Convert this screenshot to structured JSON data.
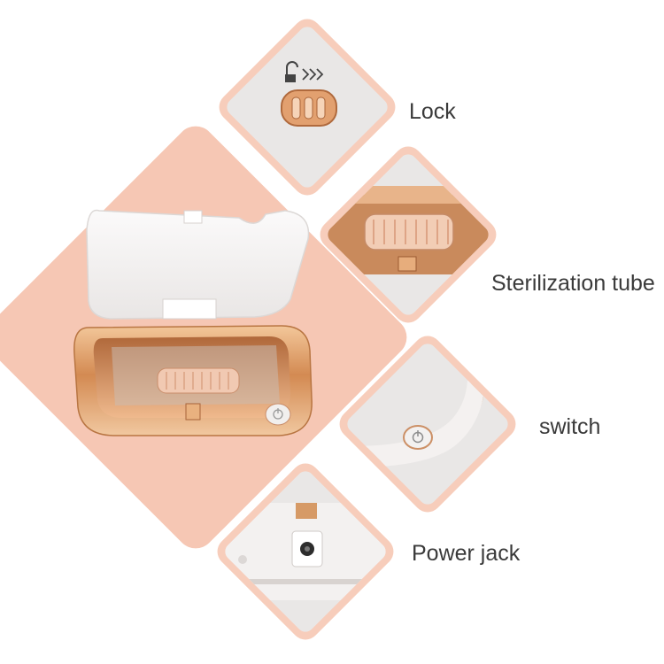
{
  "labels": {
    "lock": "Lock",
    "sterilization": "Sterilization tube",
    "switch": "switch",
    "power": "Power jack"
  },
  "colors": {
    "peach": "#f6c7b4",
    "rose_gold": "#d9955f",
    "white_lid": "#f4f2f1",
    "label_text": "#3a3a3a"
  },
  "icons": {
    "lock": "unlock-arrows-icon",
    "switch": "power-icon"
  }
}
